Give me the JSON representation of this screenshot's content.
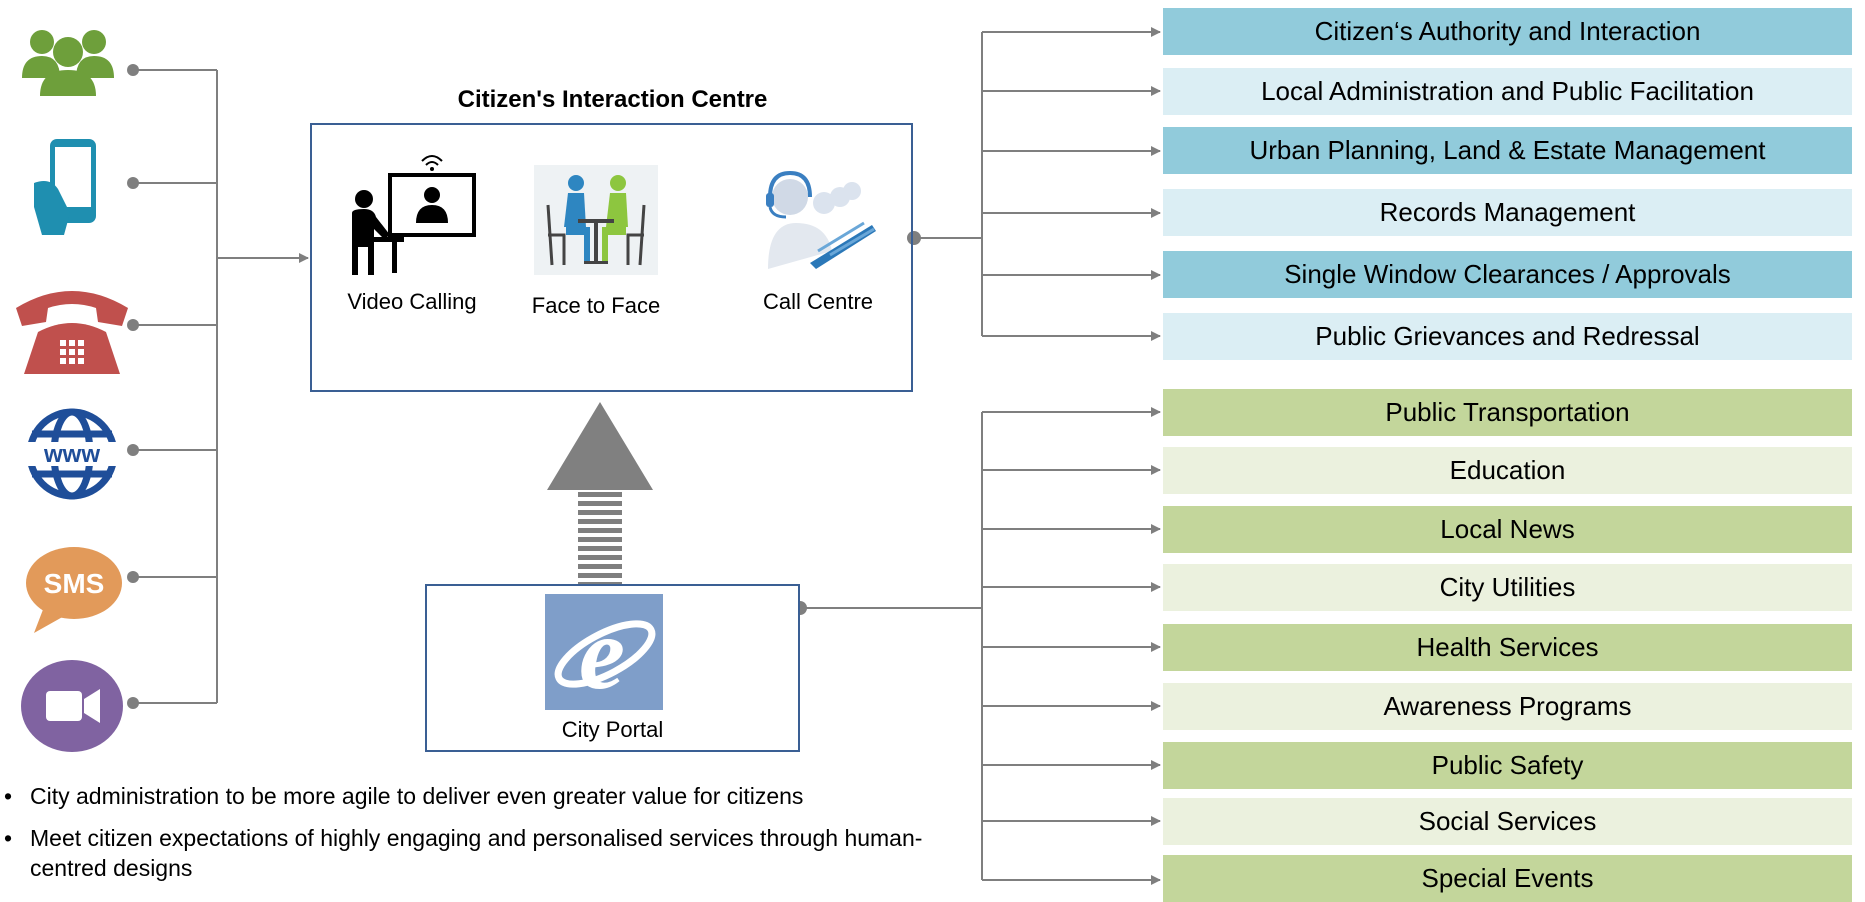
{
  "interaction_centre": {
    "title": "Citizen's  Interaction Centre",
    "modes": [
      {
        "label": "Video Calling",
        "icon": "video-calling-icon"
      },
      {
        "label": "Face to Face",
        "icon": "face-to-face-icon"
      },
      {
        "label": "Call Centre",
        "icon": "call-centre-icon"
      }
    ]
  },
  "channels": [
    {
      "icon": "people-icon"
    },
    {
      "icon": "mobile-phone-icon"
    },
    {
      "icon": "telephone-icon"
    },
    {
      "icon": "www-globe-icon"
    },
    {
      "icon": "sms-icon"
    },
    {
      "icon": "video-camera-icon"
    }
  ],
  "portal": {
    "label": "City  Portal",
    "icon": "internet-explorer-icon"
  },
  "admin_services": [
    "Citizen‘s Authority and Interaction",
    "Local Administration and Public Facilitation",
    "Urban Planning, Land & Estate Management",
    "Records Management",
    "Single Window Clearances / Approvals",
    "Public Grievances and Redressal"
  ],
  "citizen_services": [
    "Public Transportation",
    "Education",
    "Local News",
    "City Utilities",
    "Health Services",
    "Awareness Programs",
    "Public Safety",
    "Social Services",
    "Special Events"
  ],
  "bullets": [
    "City administration to be more agile to deliver even greater value for citizens",
    "Meet citizen expectations of highly engaging and personalised services through human-centred designs"
  ],
  "colors": {
    "admin_dark": "#91cbdb",
    "admin_light": "#dbeef4",
    "citizen_dark": "#c3d69b",
    "citizen_light": "#ebf1de",
    "box_border": "#3a5f94",
    "connector": "#7f7f7f"
  }
}
